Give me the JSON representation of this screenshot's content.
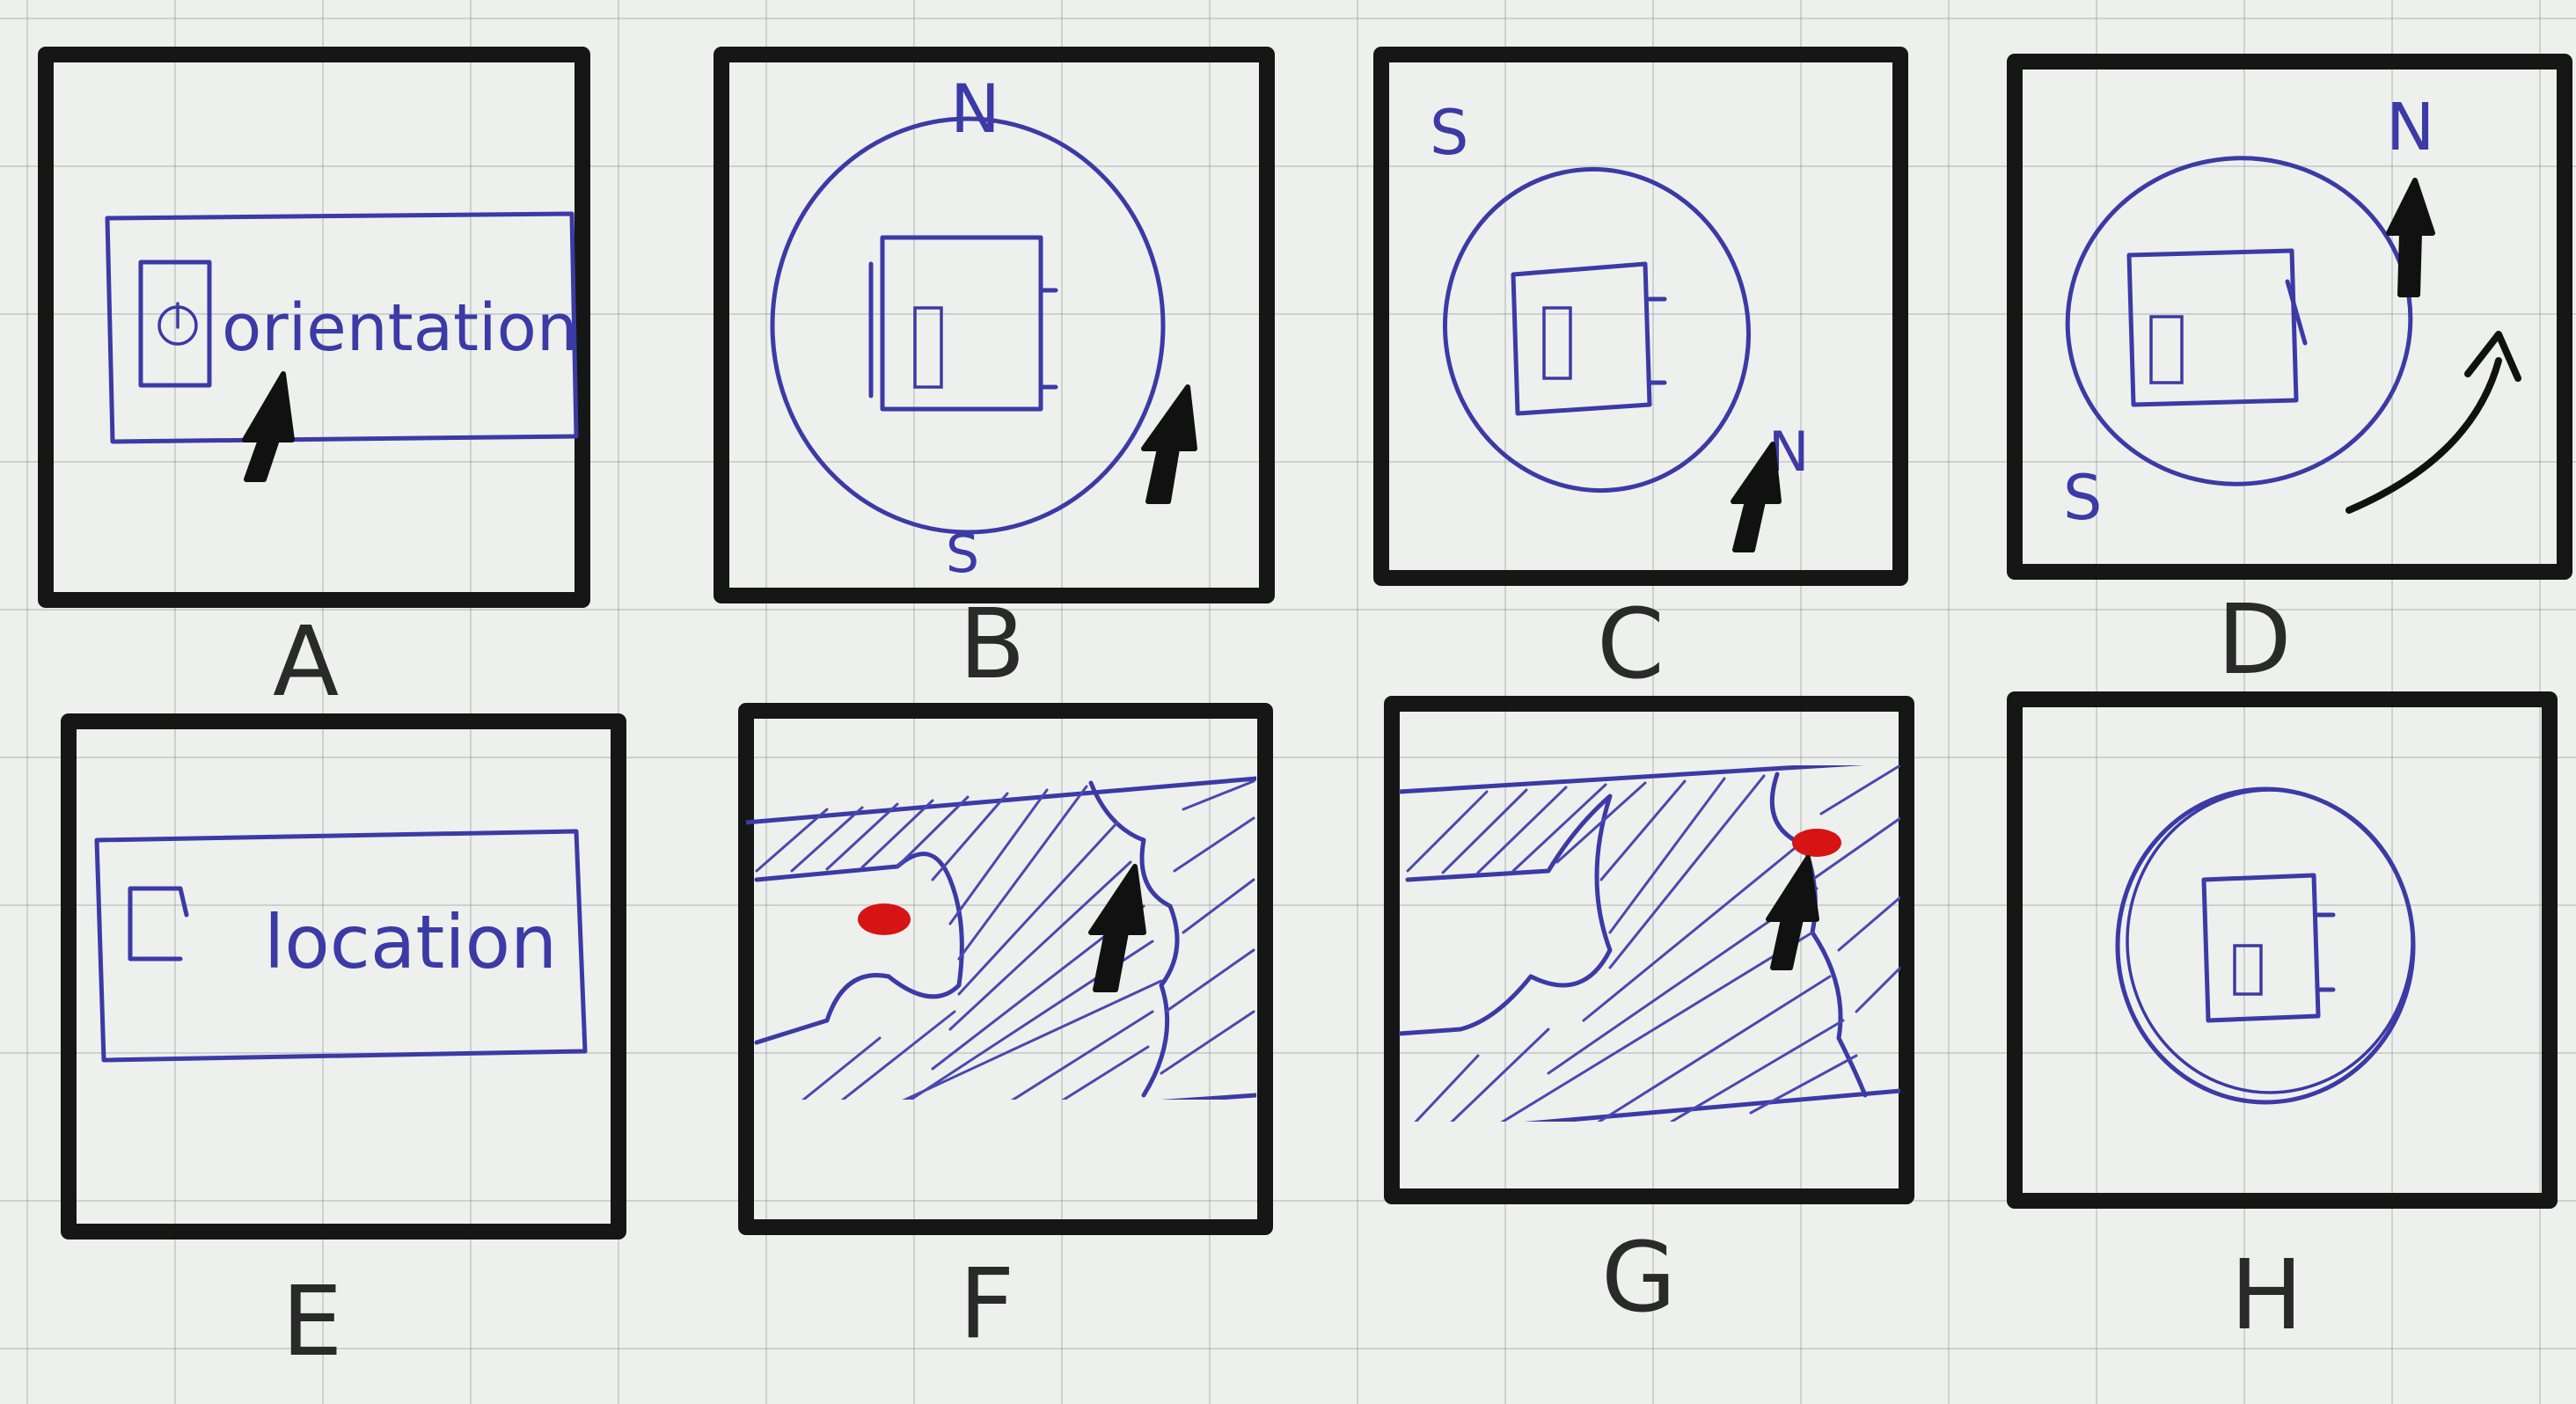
{
  "panels": [
    {
      "id": "A",
      "label": "A",
      "button_text": "orientation",
      "icon": "power-icon"
    },
    {
      "id": "B",
      "label": "B",
      "north": "N",
      "south": "S"
    },
    {
      "id": "C",
      "label": "C",
      "north": "N",
      "south": "S"
    },
    {
      "id": "D",
      "label": "D",
      "north": "N",
      "south": "S"
    },
    {
      "id": "E",
      "label": "E",
      "button_text": "location",
      "icon": "phone-icon"
    },
    {
      "id": "F",
      "label": "F",
      "marker": "red-location-dot"
    },
    {
      "id": "G",
      "label": "G",
      "marker": "red-location-dot"
    },
    {
      "id": "H",
      "label": "H"
    }
  ],
  "colors": {
    "ink": "#3b3aa6",
    "frame": "#161616",
    "marker": "#d61414",
    "paper": "#eef0ed"
  }
}
